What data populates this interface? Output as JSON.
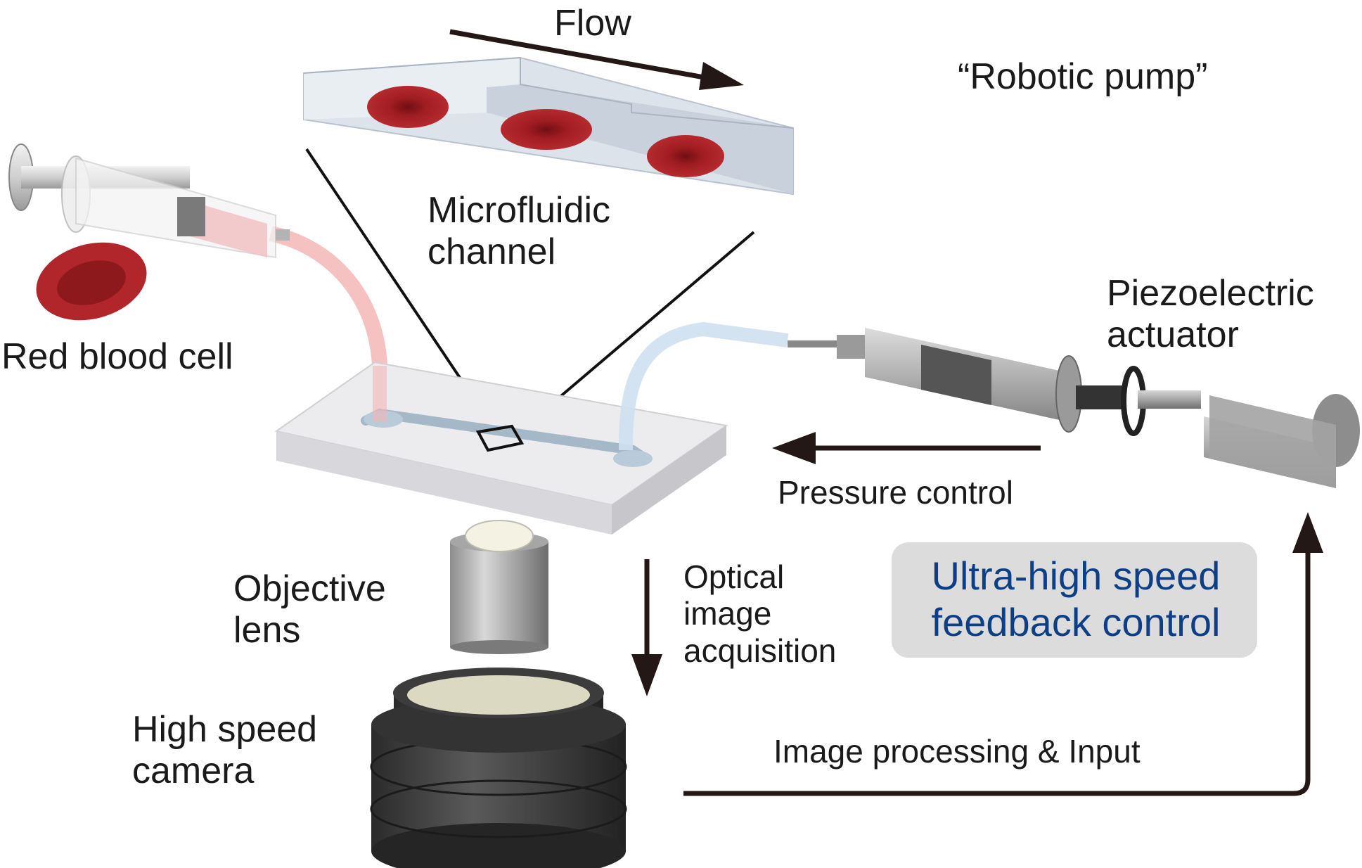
{
  "labels": {
    "flow": "Flow",
    "robotic_pump": "“Robotic pump”",
    "microfluidic_line1": "Microfluidic",
    "microfluidic_line2": "channel",
    "red_blood_cell": "Red blood cell",
    "piezo_line1": "Piezoelectric",
    "piezo_line2": "actuator",
    "pressure_control": "Pressure control",
    "objective_line1": "Objective",
    "objective_line2": "lens",
    "optical_line1": "Optical",
    "optical_line2": "image",
    "optical_line3": "acquisition",
    "feedback_line1": "Ultra-high speed",
    "feedback_line2": "feedback control",
    "camera_line1": "High speed",
    "camera_line2": "camera",
    "image_processing": "Image processing & Input"
  },
  "colors": {
    "text": "#1a1a1a",
    "arrow": "#231815",
    "blood_cell": "#9e1d22",
    "chip": "#e4e4e6",
    "feedback_box": "#dcdcdc",
    "feedback_text": "#0c3f86",
    "red_tube": "#f4b6b6",
    "blue_tube": "#cfe0f0",
    "camera_body": "#3a3a3a"
  }
}
